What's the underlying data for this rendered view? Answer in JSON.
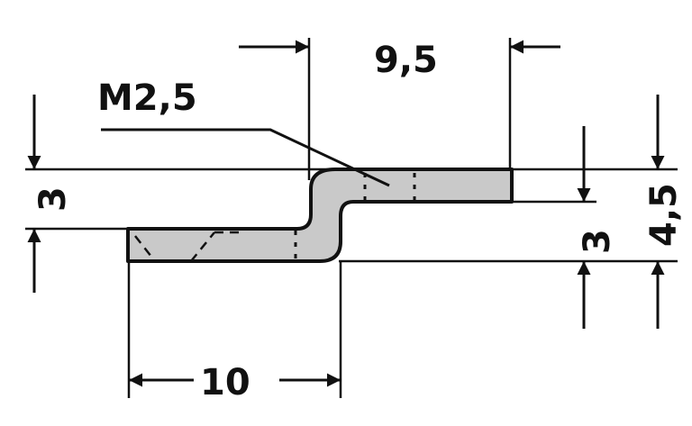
{
  "drawing": {
    "thread_label": "M2,5",
    "dim_top_width": "9,5",
    "dim_bottom_width": "10",
    "dim_left_height": "3",
    "dim_right_step": "3",
    "dim_right_total": "4,5",
    "part_fill_color": "#c9c9c9"
  }
}
